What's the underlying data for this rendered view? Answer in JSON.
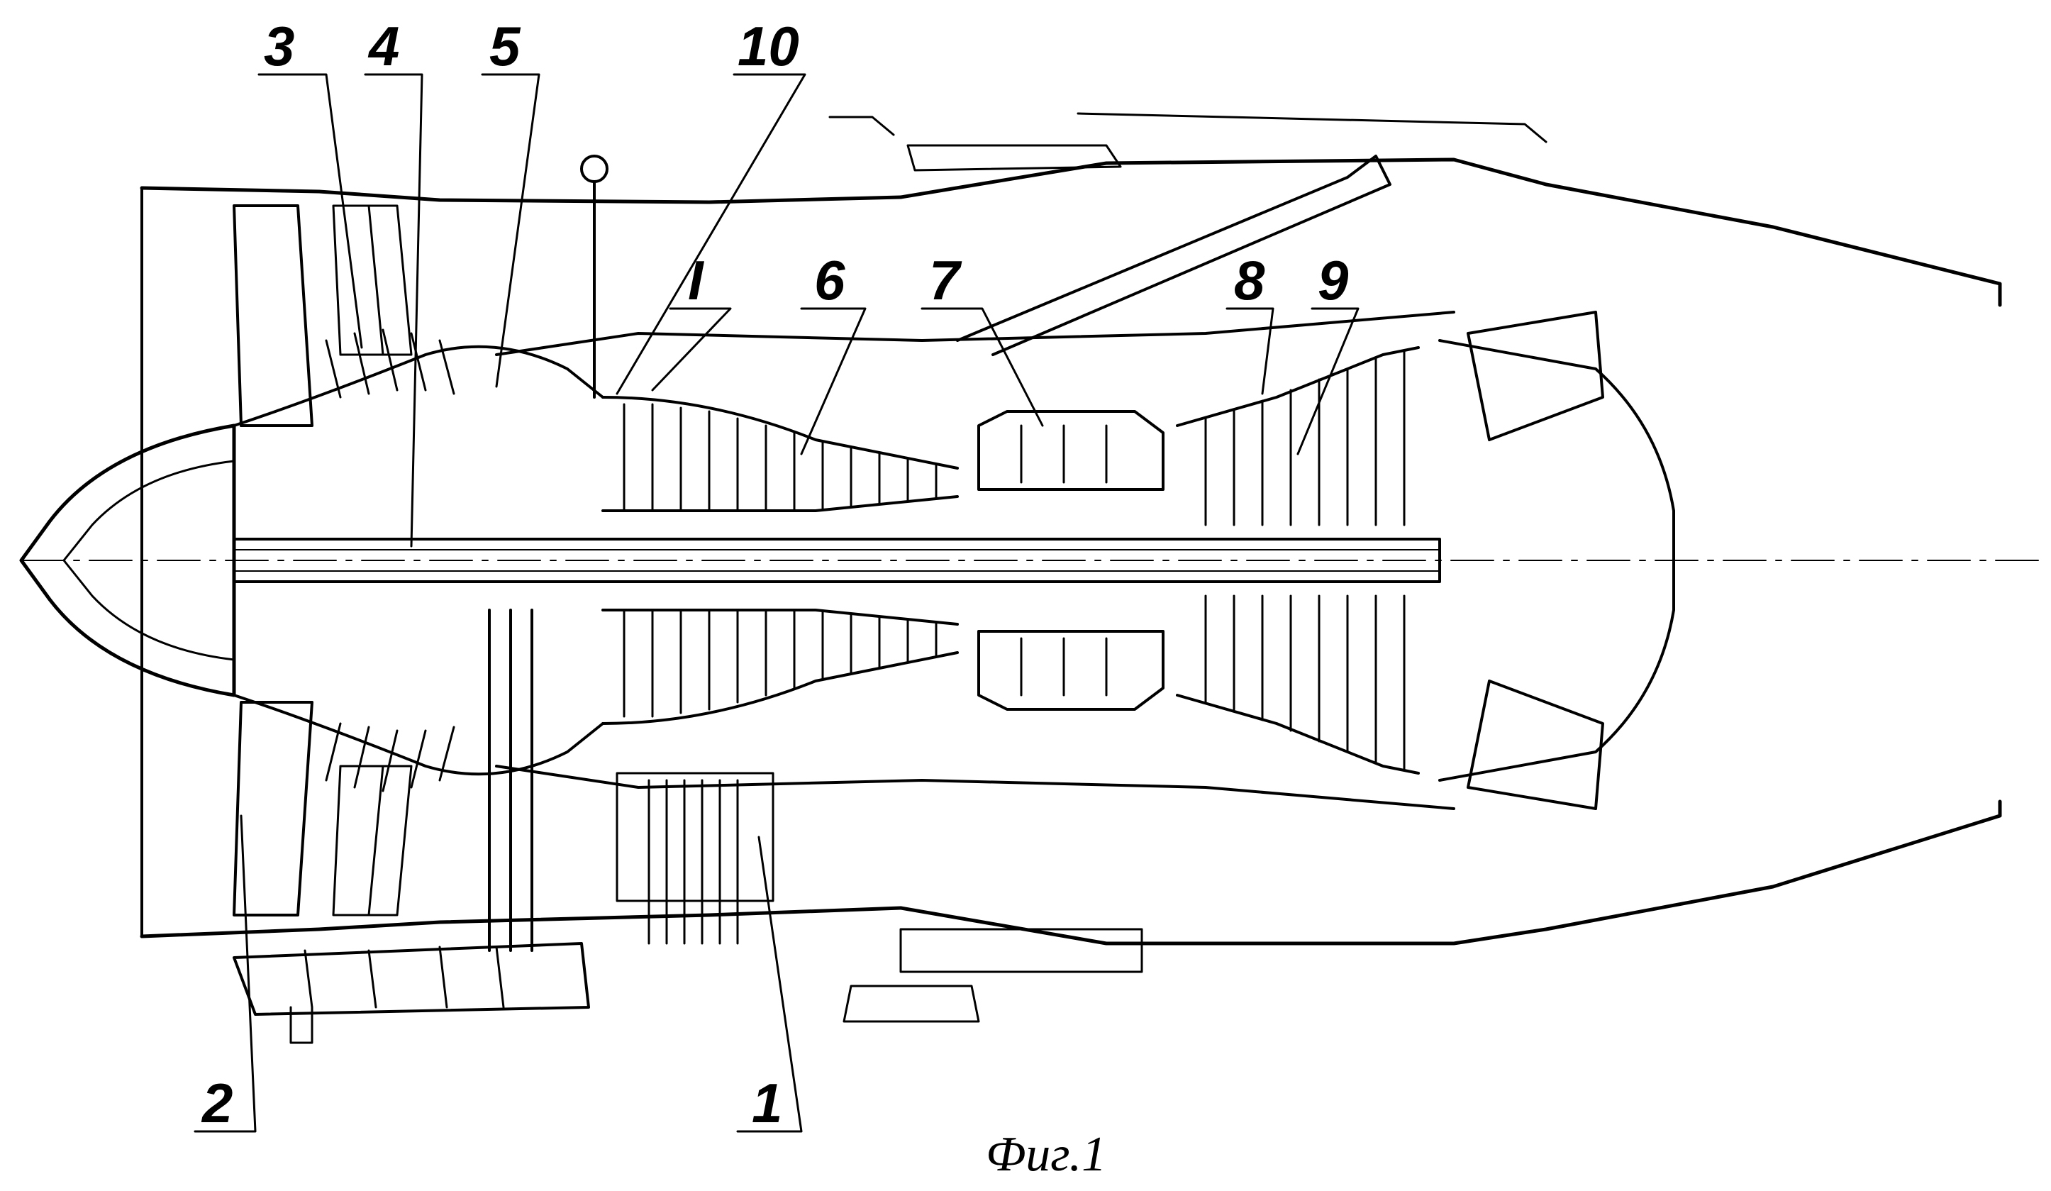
{
  "figure": {
    "caption": "Фиг.1",
    "callouts": [
      {
        "id": "c3",
        "label": "3"
      },
      {
        "id": "c4",
        "label": "4"
      },
      {
        "id": "c5",
        "label": "5"
      },
      {
        "id": "c10",
        "label": "10"
      },
      {
        "id": "cI",
        "label": "I"
      },
      {
        "id": "c6",
        "label": "6"
      },
      {
        "id": "c7",
        "label": "7"
      },
      {
        "id": "c8",
        "label": "8"
      },
      {
        "id": "c9",
        "label": "9"
      },
      {
        "id": "c2",
        "label": "2"
      },
      {
        "id": "c1",
        "label": "1"
      }
    ]
  },
  "colors": {
    "ink": "#000000",
    "paper": "#ffffff"
  }
}
